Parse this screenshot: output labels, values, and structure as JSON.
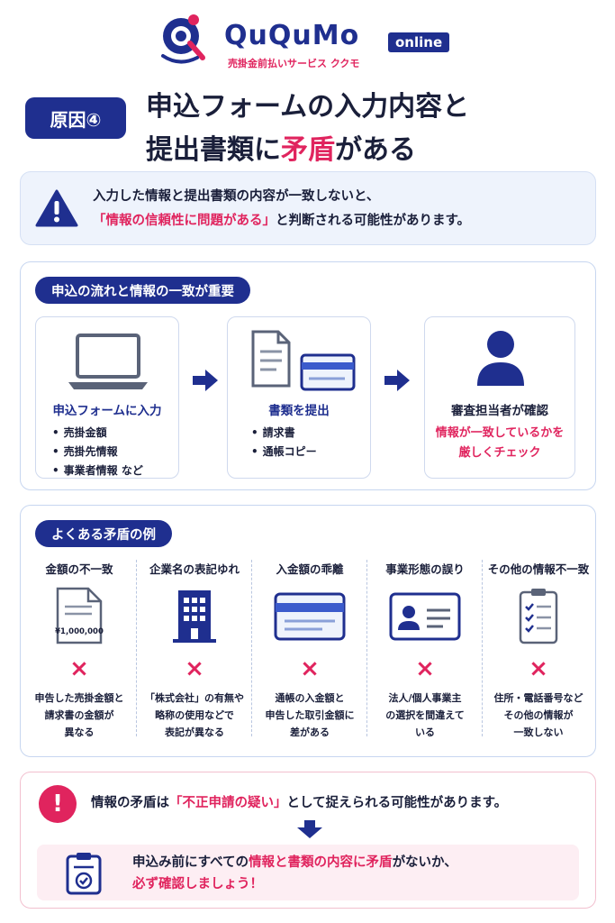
{
  "header": {
    "logo_name": "QuQuMo",
    "logo_badge": "online",
    "logo_tagline": "売掛金前払いサービス ククモ"
  },
  "cause": {
    "badge": "原因④",
    "title_line1": "申込フォームの入力内容と",
    "title_line2_a": "提出書類に",
    "title_line2_b": "矛盾",
    "title_line2_c": "がある"
  },
  "warning": {
    "line1": "入力した情報と提出書類の内容が一致しないと、",
    "line2_highlight": "「情報の信頼性に問題がある」",
    "line2_rest": "と判断される可能性があります。"
  },
  "flow": {
    "heading": "申込の流れと情報の一致が重要",
    "steps": [
      {
        "title": "申込フォームに入力",
        "items": [
          "売掛金額",
          "売掛先情報",
          "事業者情報 など"
        ]
      },
      {
        "title": "書類を提出",
        "items": [
          "請求書",
          "通帳コピー"
        ]
      },
      {
        "title": "審査担当者が確認",
        "sub_line1": "情報が一致しているかを",
        "sub_line2": "厳しくチェック"
      }
    ]
  },
  "examples": {
    "heading": "よくある矛盾の例",
    "invoice_amount": "¥1,000,000",
    "mark": "×",
    "items": [
      {
        "title": "金額の不一致",
        "icon": "invoice-icon",
        "desc": [
          "申告した売掛金額と",
          "請求書の金額が",
          "異なる"
        ]
      },
      {
        "title": "企業名の表記ゆれ",
        "icon": "building-icon",
        "desc": [
          "「株式会社」の有無や",
          "略称の使用などで",
          "表記が異なる"
        ]
      },
      {
        "title": "入金額の乖離",
        "icon": "bankbook-icon",
        "desc": [
          "通帳の入金額と",
          "申告した取引金額に",
          "差がある"
        ]
      },
      {
        "title": "事業形態の誤り",
        "icon": "id-card-icon",
        "desc": [
          "法人/個人事業主",
          "の選択を間違えて",
          "いる"
        ]
      },
      {
        "title": "その他の情報不一致",
        "icon": "checklist-icon",
        "desc": [
          "住所・電話番号など",
          "その他の情報が",
          "一致しない"
        ]
      }
    ]
  },
  "bottom": {
    "alert_mark": "!",
    "text_a": "情報の矛盾は",
    "text_highlight": "「不正申請の疑い」",
    "text_b": "として捉えられる可能性があります。",
    "confirm_a": "申込み前にすべての",
    "confirm_highlight": "情報と書類の内容に矛盾",
    "confirm_b": "がないか、",
    "confirm_line2": "必ず確認しましょう！"
  },
  "colors": {
    "navy": "#1f2f8f",
    "pink": "#e0245e",
    "light_blue_bg": "#eef3fc",
    "light_pink_bg": "#fdeef3"
  }
}
